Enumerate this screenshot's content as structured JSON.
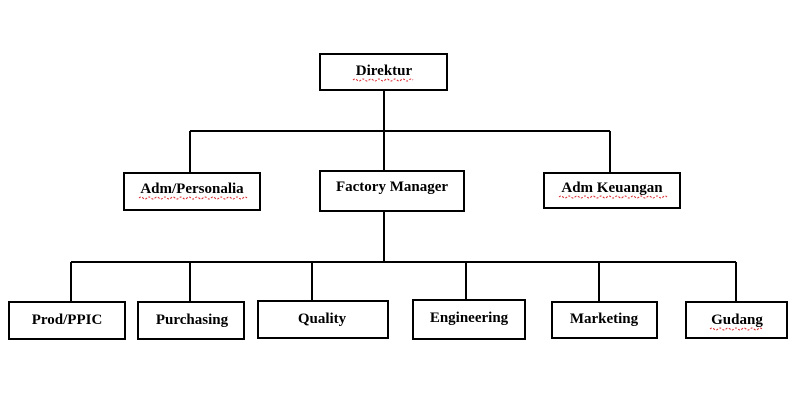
{
  "org_chart": {
    "root": {
      "label": "Direktur",
      "spell_flag": true
    },
    "level2": [
      {
        "label": "Adm/Personalia",
        "spell_flag": true
      },
      {
        "label": "Factory Manager",
        "spell_flag": false
      },
      {
        "label": "Adm Keuangan",
        "spell_flag": true
      }
    ],
    "level3": [
      {
        "label": "Prod/PPIC",
        "spell_flag": false
      },
      {
        "label": "Purchasing",
        "spell_flag": false
      },
      {
        "label": "Quality",
        "spell_flag": false
      },
      {
        "label": "Engineering",
        "spell_flag": false
      },
      {
        "label": "Marketing",
        "spell_flag": false
      },
      {
        "label": "Gudang",
        "spell_flag": true
      }
    ]
  },
  "colors": {
    "line": "#000000",
    "box_border": "#000000",
    "box_fill": "#ffffff",
    "spellcheck_underline": "#d9262c"
  }
}
